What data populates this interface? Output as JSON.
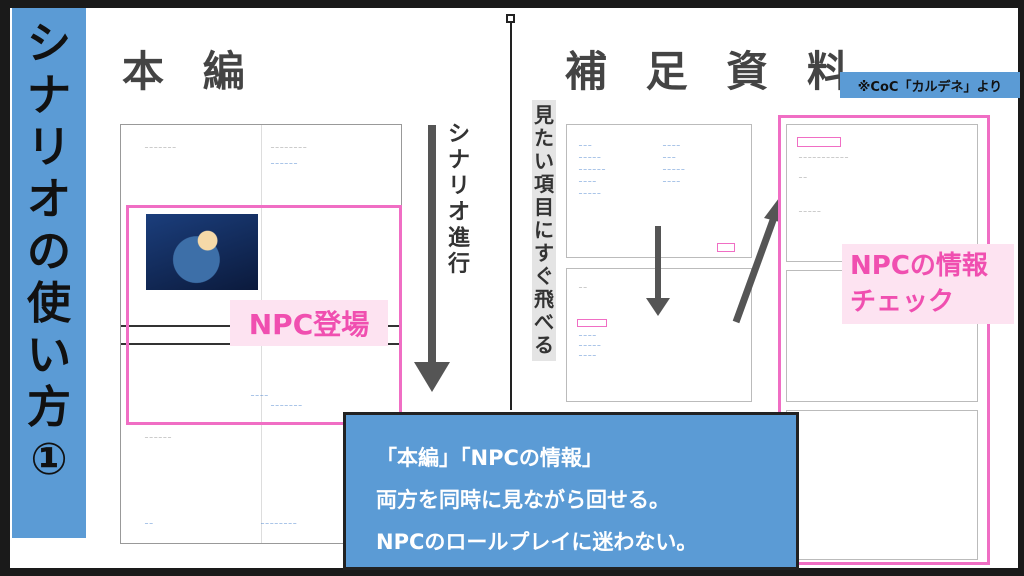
{
  "sidebar": {
    "title_chars": [
      "シ",
      "ナ",
      "リ",
      "オ",
      "の",
      "使",
      "い",
      "方",
      "①"
    ]
  },
  "left_heading": "本 編",
  "right_heading": "補 足 資 料",
  "source_note": "※CoC「カルデネ」より",
  "arrow_labels": {
    "scenario_progress": [
      "シ",
      "ナ",
      "リ",
      "オ",
      "進",
      "行"
    ],
    "jump": [
      "見",
      "た",
      "い",
      "項",
      "目",
      "に",
      "す",
      "ぐ",
      "飛",
      "べ",
      "る"
    ]
  },
  "tags": {
    "npc_appears": "NPC登場",
    "npc_check_lines": [
      "NPCの情報",
      "チェック"
    ]
  },
  "callout": {
    "lines": [
      "「本編」「NPCの情報」",
      "両方を同時に見ながら回せる。",
      "NPCのロールプレイに迷わない。"
    ]
  },
  "colors": {
    "accent_blue": "#5b9bd5",
    "highlight_pink": "#f06ec4",
    "tag_bg": "#fde3f1"
  }
}
